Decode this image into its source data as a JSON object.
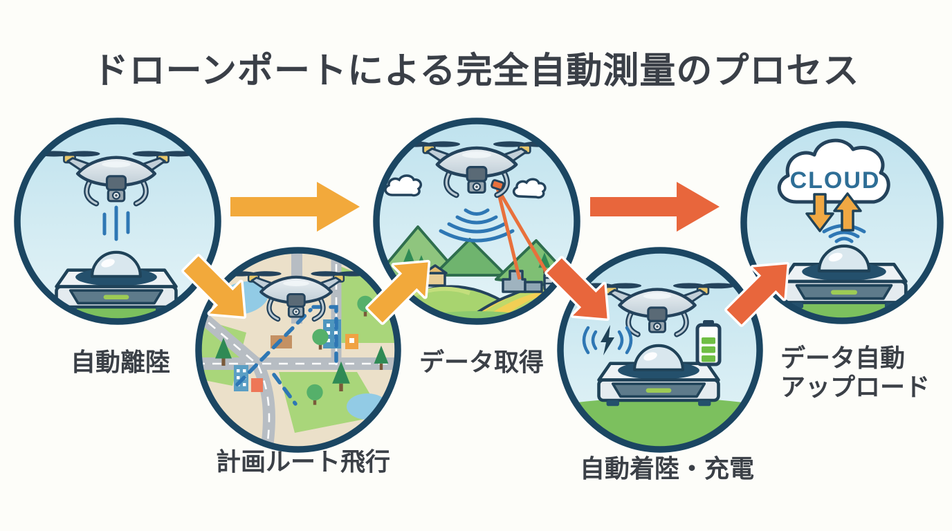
{
  "title": "ドローンポートによる完全自動測量のプロセス",
  "steps": [
    {
      "id": 1,
      "label": "自動離陸"
    },
    {
      "id": 2,
      "label": "計画ルート飛行"
    },
    {
      "id": 3,
      "label": "データ取得"
    },
    {
      "id": 4,
      "label": "自動着陸・充電"
    },
    {
      "id": 5,
      "label": "データ自動アップロード",
      "label_line1": "データ自動",
      "label_line2": "アップロード"
    }
  ],
  "cloud": {
    "label": "CLOUD"
  },
  "colors": {
    "background": "#FDFDF9",
    "title_text": "#3A3F47",
    "circle_border": "#1B4662",
    "sky_top": "#BFE2EE",
    "sky_bottom": "#E5F4F7",
    "grass": "#7CC05E",
    "map_background": "#EBE0C9",
    "arrow_amber": "#F2A93B",
    "arrow_orange": "#E8663C",
    "route_blue": "#2E77B4",
    "cloud_text": "#2E6E96",
    "battery_green": "#6FBE44"
  }
}
